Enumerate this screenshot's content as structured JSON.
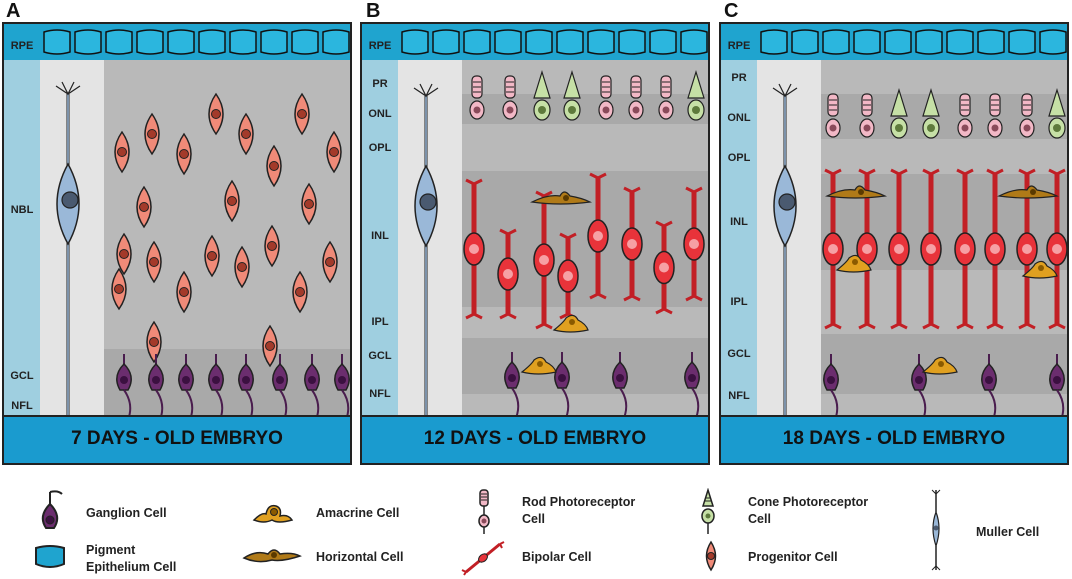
{
  "panels": [
    {
      "letter": "A",
      "footer": "7 DAYS - OLD EMBRYO",
      "layers": [
        "RPE",
        "NBL",
        "GCL",
        "NFL"
      ]
    },
    {
      "letter": "B",
      "footer": "12 DAYS - OLD EMBRYO",
      "layers": [
        "RPE",
        "PR",
        "ONL",
        "OPL",
        "INL",
        "IPL",
        "GCL",
        "NFL"
      ]
    },
    {
      "letter": "C",
      "footer": "18 DAYS - OLD EMBRYO",
      "layers": [
        "RPE",
        "PR",
        "ONL",
        "OPL",
        "INL",
        "IPL",
        "GCL",
        "NFL"
      ]
    }
  ],
  "legend": {
    "ganglion": "Ganglion Cell",
    "pigment_line1": "Pigment",
    "pigment_line2": "Epithelium Cell",
    "amacrine": "Amacrine Cell",
    "horizontal": "Horizontal Cell",
    "rod_line1": "Rod Photoreceptor",
    "rod_line2": "Cell",
    "bipolar": "Bipolar Cell",
    "cone_line1": "Cone Photoreceptor",
    "cone_line2": "Cell",
    "progenitor": "Progenitor Cell",
    "muller": "Muller Cell"
  },
  "colors": {
    "rpe": "#1fa4cf",
    "label_column": "#9fcfe0",
    "ganglion": "#6b2d6e",
    "progenitor": "#f08a78",
    "bipolar": "#e8333a",
    "rod": "#f2b8c6",
    "cone": "#c6e0a6",
    "amacrine": "#e0a020",
    "muller": "#9ab8d8"
  }
}
